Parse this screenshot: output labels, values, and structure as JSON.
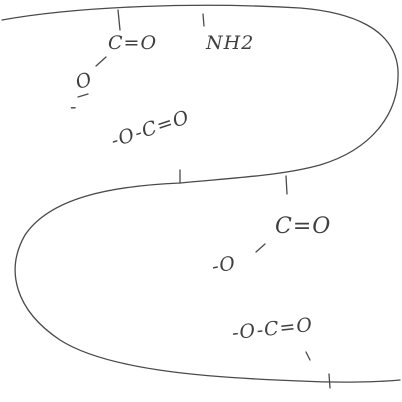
{
  "labels": {
    "top_carboxyl": "C=O",
    "top_amine": "NH2",
    "top_oxy": "O",
    "top_minus": "-",
    "mid_carboxyl_left": "-O-C=O",
    "right_carboxyl": "C=O",
    "right_oxy": "-O",
    "bottom_carboxyl": "-O-C=O"
  },
  "colors": {
    "ink": "#4a4a4a",
    "paper": "#ffffff"
  }
}
